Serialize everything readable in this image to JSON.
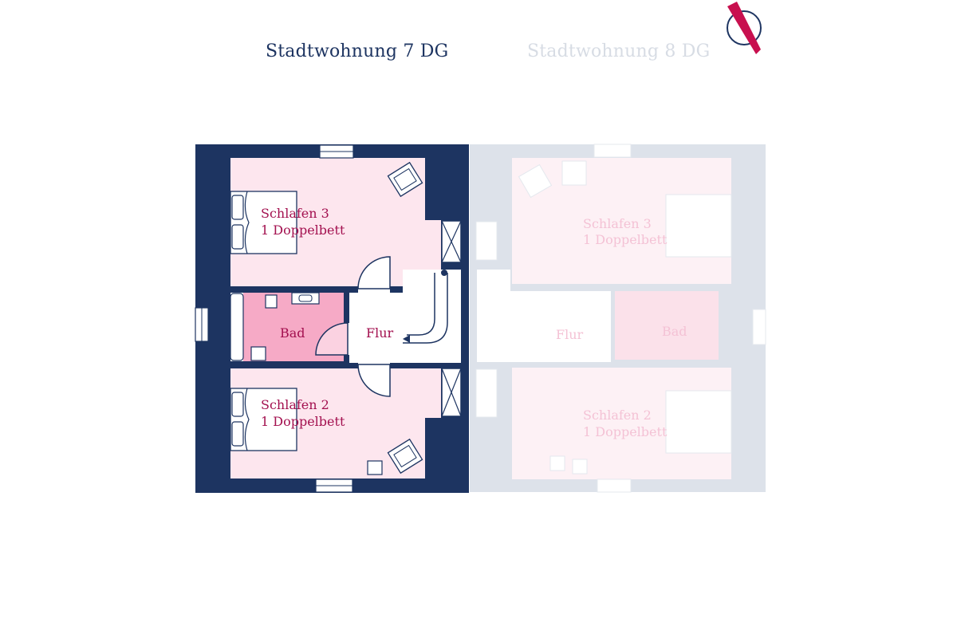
{
  "tabs": [
    {
      "label": "Stadtwohnung 7 DG",
      "active": true
    },
    {
      "label": "Stadtwohnung 8 DG",
      "active": false
    }
  ],
  "unit_active": {
    "rooms": {
      "schlafen3_name": "Schlafen 3",
      "schlafen3_bed": "1 Doppelbett",
      "bad": "Bad",
      "flur": "Flur",
      "schlafen2_name": "Schlafen 2",
      "schlafen2_bed": "1 Doppelbett"
    }
  },
  "unit_inactive": {
    "rooms": {
      "schlafen3_name": "Schlafen 3",
      "schlafen3_bed": "1 Doppelbett",
      "flur": "Flur",
      "bad": "Bad",
      "schlafen2_name": "Schlafen 2",
      "schlafen2_bed": "1 Doppelbett"
    }
  },
  "compass": {
    "icon": "north-arrow-icon"
  },
  "colors": {
    "navy": "#1d3461",
    "room_pink": "#fde6ee",
    "bath_pink": "#f6aac6",
    "label_magenta": "#a3104f",
    "ghost_wall": "#dde2ea",
    "ghost_room": "#fdf1f5",
    "ghost_label": "#f4c2d5",
    "compass_red": "#c8104f"
  }
}
